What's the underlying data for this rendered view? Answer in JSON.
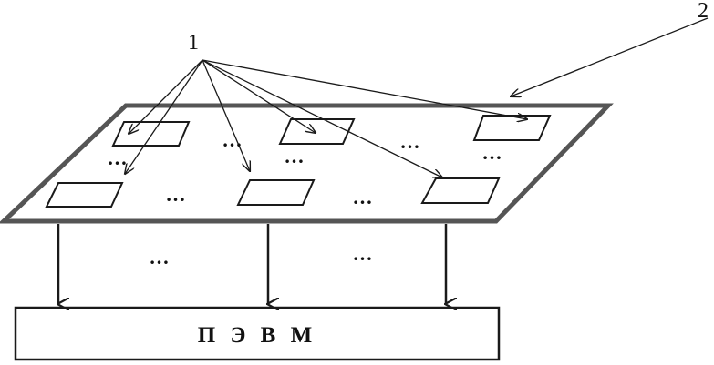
{
  "labels": {
    "sensors": "1",
    "panel": "2",
    "computer": "П Э В М"
  },
  "ellipsis": "…",
  "colors": {
    "ink": "#1a1a1a",
    "panel_border": "#555555",
    "background": "#ffffff"
  }
}
